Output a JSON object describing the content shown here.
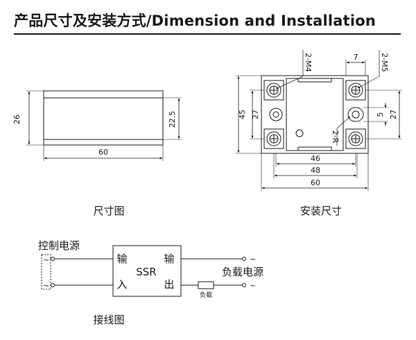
{
  "header": {
    "title": "产品尺寸及安装方式/Dimension and  Installation"
  },
  "side_view": {
    "dims": {
      "height_outer": "26",
      "height_inner": "22.5",
      "width": "60"
    },
    "caption": "尺寸图"
  },
  "top_view": {
    "dims": {
      "m4": "2-M4",
      "seven": "7",
      "m5": "2-M5",
      "h45": "45",
      "h27_left": "27",
      "five": "5",
      "h27_right": "27",
      "r": "2-R",
      "w46": "46",
      "w48": "48",
      "w60": "60"
    },
    "caption": "安装尺寸"
  },
  "wiring": {
    "control_source": "控制电源",
    "input_top": "输",
    "input_bottom": "入",
    "ssr": "SSR",
    "output_top": "输",
    "output_bottom": "出",
    "load_source": "负载电源",
    "load": "负载",
    "tilde": "~",
    "caption": "接线图"
  }
}
